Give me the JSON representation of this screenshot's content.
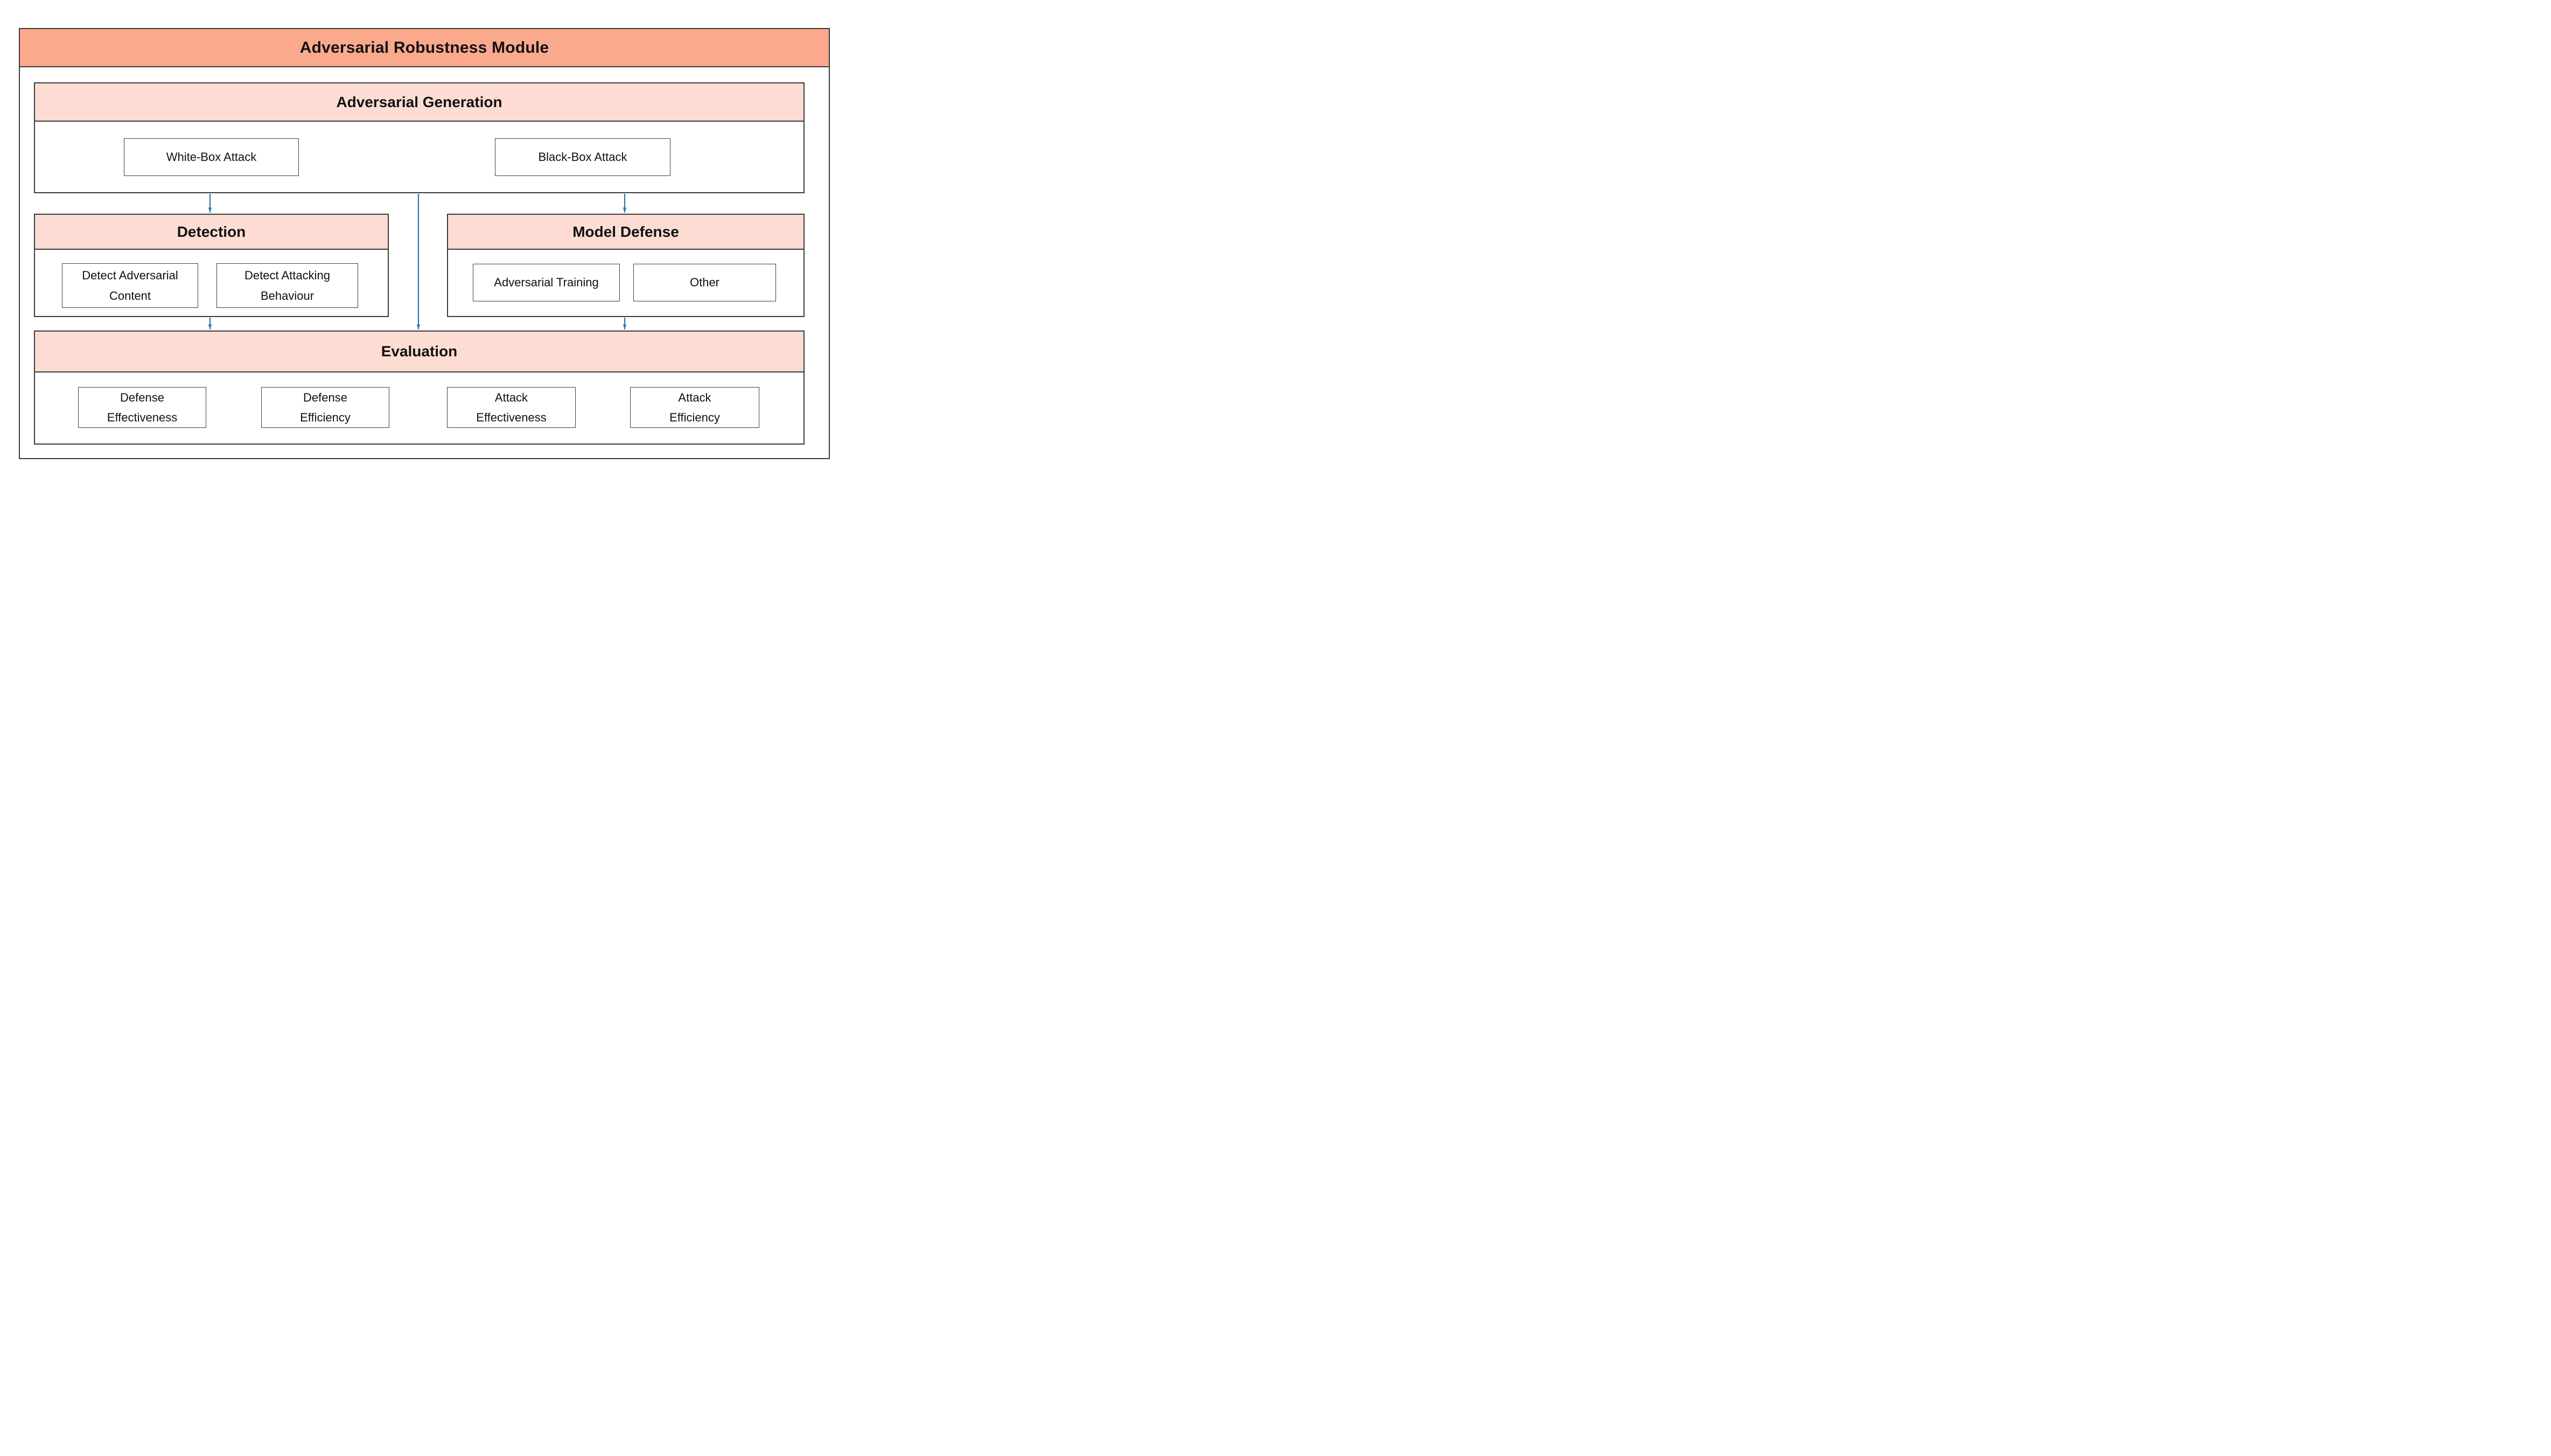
{
  "diagram": {
    "title": "Adversarial Robustness Module",
    "colors": {
      "module_header_fill": "#FBA98C",
      "section_header_fill": "#FDDDD3",
      "border_dark": "#3A3A3A",
      "item_border": "#404040",
      "arrow_blue": "#2E76AE",
      "text": "#111111",
      "canvas_bg": "#FFFFFF"
    },
    "sections": {
      "generation": {
        "title": "Adversarial Generation",
        "items": [
          "White-Box Attack",
          "Black-Box Attack"
        ]
      },
      "detection": {
        "title": "Detection",
        "items": [
          "Detect Adversarial\nContent",
          "Detect Attacking\nBehaviour"
        ]
      },
      "model_defense": {
        "title": "Model Defense",
        "items": [
          "Adversarial Training",
          "Other"
        ]
      },
      "evaluation": {
        "title": "Evaluation",
        "items": [
          "Defense\nEffectiveness",
          "Defense\nEfficiency",
          "Attack\nEffectiveness",
          "Attack\nEfficiency"
        ]
      }
    },
    "edges": [
      {
        "from": "adversarial-generation",
        "to": "detection"
      },
      {
        "from": "adversarial-generation",
        "to": "evaluation"
      },
      {
        "from": "adversarial-generation",
        "to": "model-defense"
      },
      {
        "from": "detection",
        "to": "evaluation"
      },
      {
        "from": "model-defense",
        "to": "evaluation"
      }
    ]
  }
}
